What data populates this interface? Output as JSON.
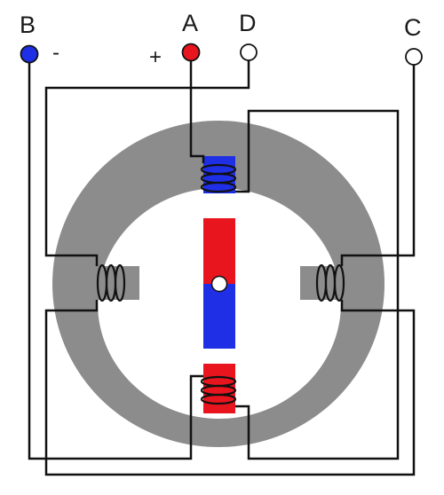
{
  "terminals": [
    {
      "id": "B",
      "label": "B",
      "polarity": "-",
      "style": "filled",
      "color": "#1f2fe6"
    },
    {
      "id": "A",
      "label": "A",
      "polarity": "+",
      "style": "filled",
      "color": "#e8141e"
    },
    {
      "id": "D",
      "label": "D",
      "polarity": "",
      "style": "open",
      "color": "#ffffff"
    },
    {
      "id": "C",
      "label": "C",
      "polarity": "",
      "style": "open",
      "color": "#ffffff"
    }
  ],
  "colors": {
    "stator": "#8c8c8c",
    "north_pole": "#e8141e",
    "south_pole": "#1f2fe6",
    "wire": "#111111",
    "background": "#ffffff"
  },
  "poles": [
    {
      "id": "top",
      "magnetized": "south",
      "color": "#1f2fe6"
    },
    {
      "id": "bottom",
      "magnetized": "north",
      "color": "#e8141e"
    },
    {
      "id": "left",
      "magnetized": "none",
      "color": "#8c8c8c"
    },
    {
      "id": "right",
      "magnetized": "none",
      "color": "#8c8c8c"
    }
  ],
  "rotor": {
    "top_color": "#e8141e",
    "bottom_color": "#1f2fe6"
  }
}
